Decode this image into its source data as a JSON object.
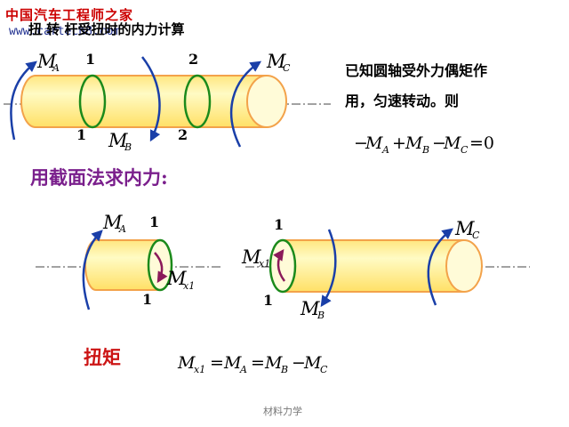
{
  "watermark": {
    "line1": "中国汽车工程师之家",
    "line2": "www.cartech8.com"
  },
  "title": "扭 转 杆受扭时的内力计算",
  "intro": {
    "line1": "已知圆轴受外力偶矩作",
    "line2": "用，匀速转动。则"
  },
  "equilibrium": {
    "minus1": "−",
    "M": "M",
    "A": "A",
    "plus": "+",
    "B": "B",
    "minus2": "−",
    "C": "C",
    "equals_zero": "=0"
  },
  "section_method": "用截面法求内力:",
  "torque_label": "扭矩",
  "torque_eq": {
    "M": "M",
    "x1": "x1",
    "eq": "=",
    "A": "A",
    "B": "B",
    "minus": "−",
    "C": "C"
  },
  "labels": {
    "one": "1",
    "two": "2",
    "M": "M",
    "A": "A",
    "B": "B",
    "C": "C",
    "x1": "x1"
  },
  "footer": "材料力学",
  "colors": {
    "shaft_fill": "#fff799",
    "shaft_edge": "#f3a24a",
    "section_ring": "#1b8a1b",
    "arrow": "#1a3fa8",
    "inner_arrow": "#8b1a5a",
    "section_title": "#7a1f8c",
    "torque_title": "#cc1414"
  }
}
